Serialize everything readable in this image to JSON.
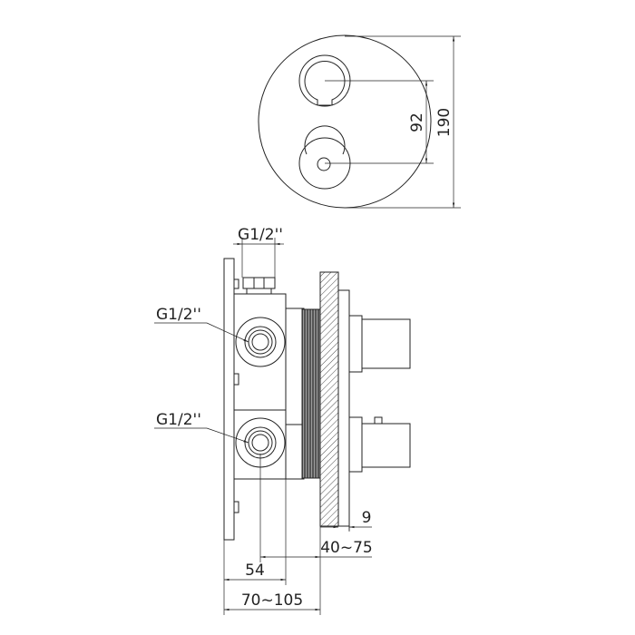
{
  "top_view": {
    "dim_knob_spacing": "92",
    "dim_diameter": "190"
  },
  "side_view": {
    "top_port_label": "G1/2''",
    "upper_port_label": "G1/2''",
    "lower_port_label": "G1/2''",
    "dim_plate_thickness": "9",
    "dim_wall_range": "40~75",
    "dim_body_depth": "54",
    "dim_total_range": "70~105"
  }
}
